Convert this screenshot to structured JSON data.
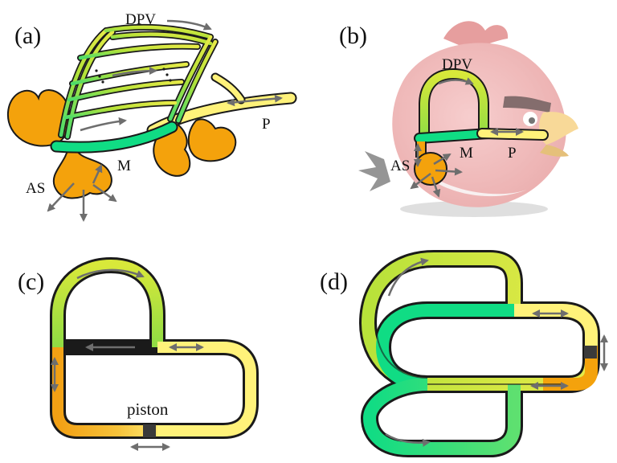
{
  "panels": [
    {
      "id": "a",
      "label": "(a)"
    },
    {
      "id": "b",
      "label": "(b)"
    },
    {
      "id": "c",
      "label": "(c)"
    },
    {
      "id": "d",
      "label": "(d)"
    }
  ],
  "annotations": {
    "dpv": "DPV",
    "m": "M",
    "p": "P",
    "as": "AS",
    "piston": "piston"
  },
  "colors": {
    "green": "#10dc84",
    "yellow_green": "#b8e23a",
    "yellow": "#fff27a",
    "orange": "#f4a20c",
    "outline": "#1a1a1a",
    "arrow": "#6e6e6e",
    "bird": "#e68c8c"
  }
}
